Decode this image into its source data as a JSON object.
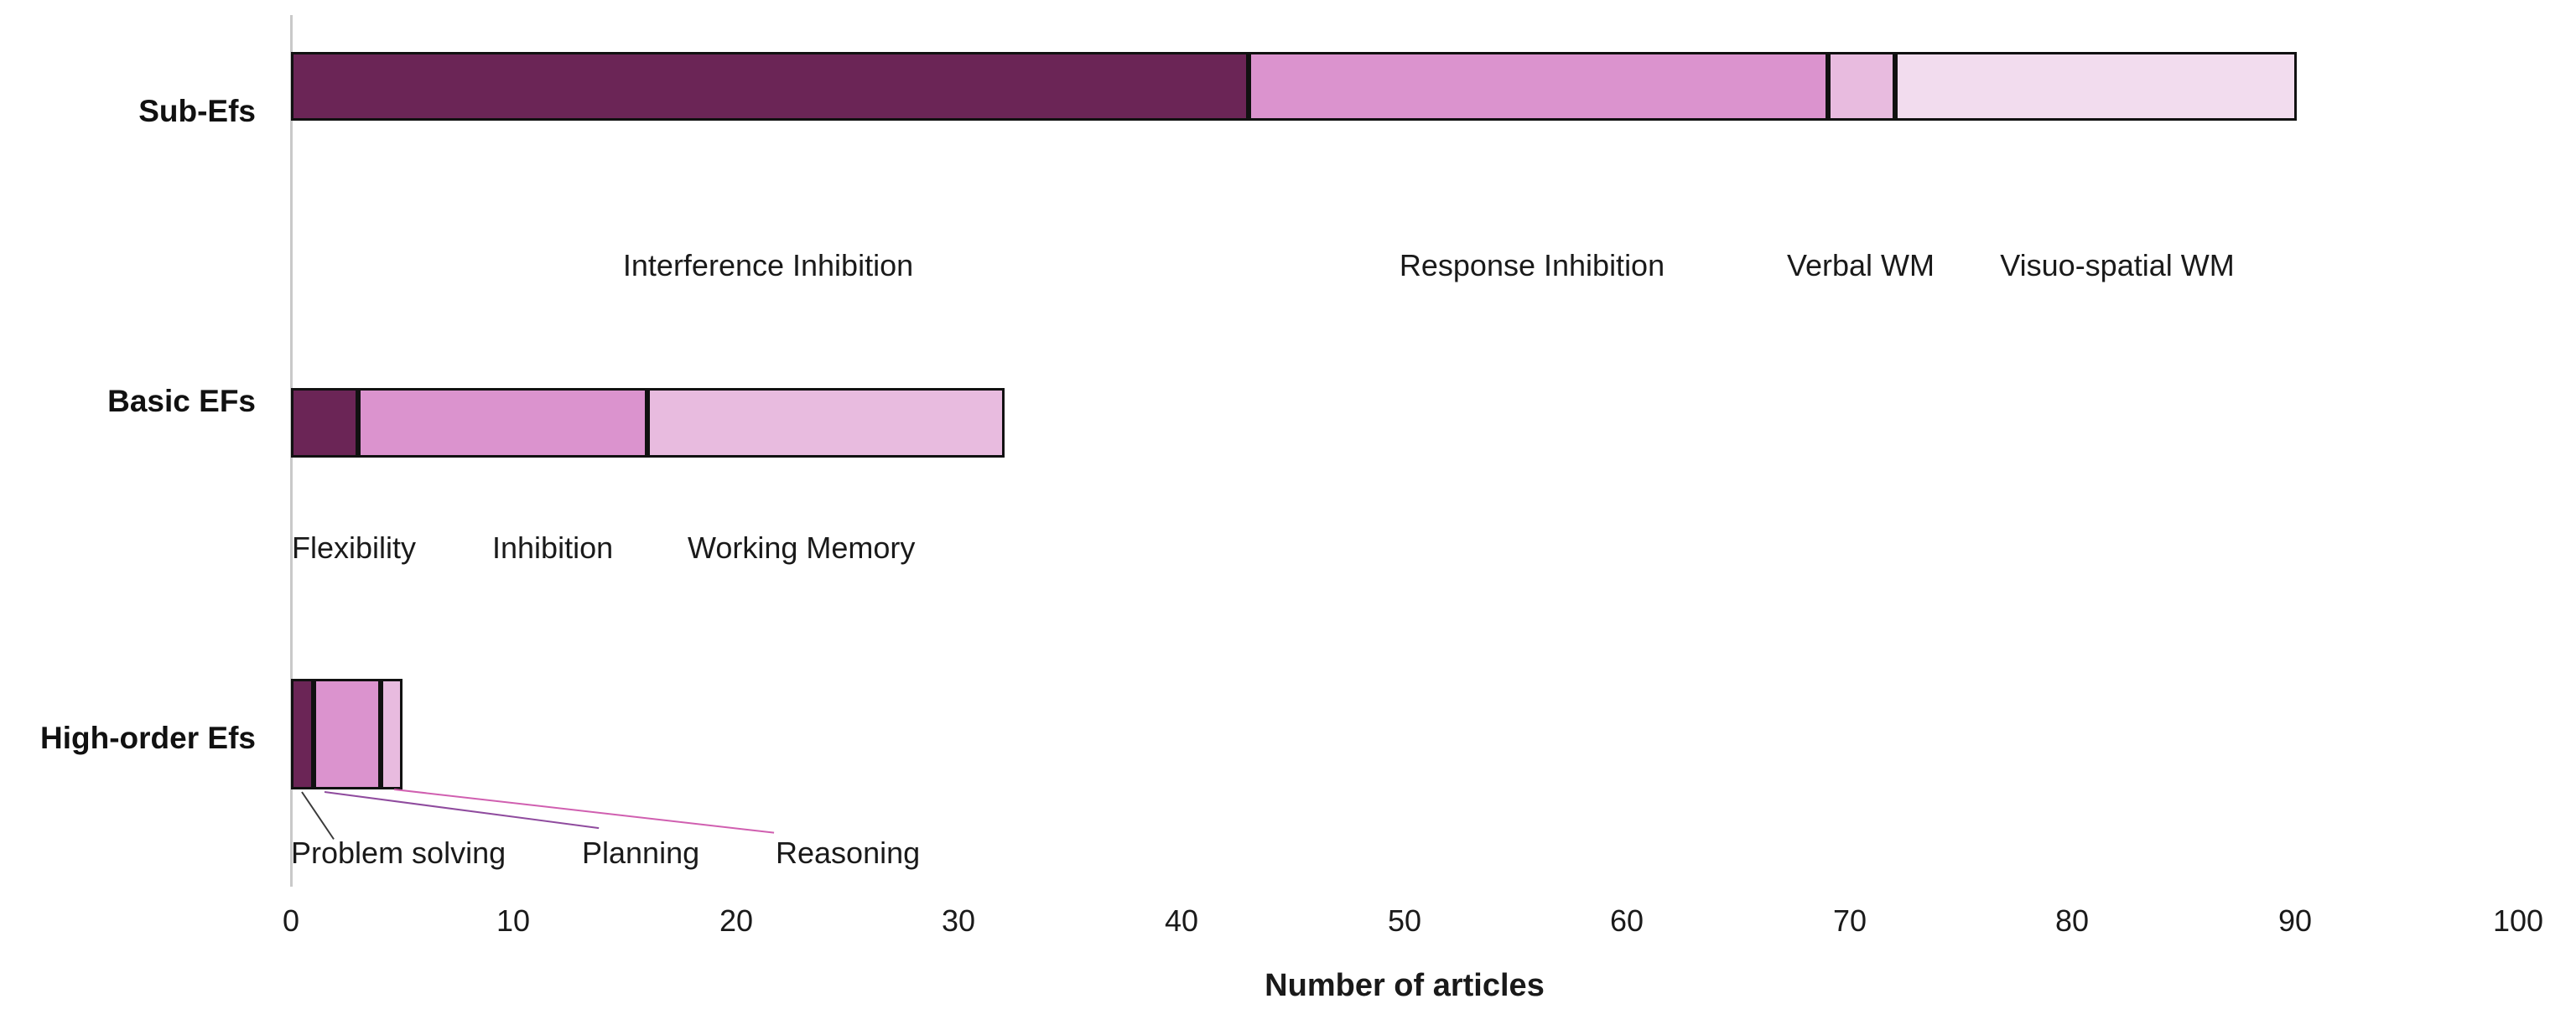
{
  "chart_data": {
    "type": "bar",
    "orientation": "horizontal",
    "stacked": true,
    "title": "",
    "xlabel": "Number of articles",
    "ylabel": "",
    "xlim": [
      0,
      100
    ],
    "xticks": [
      0,
      10,
      20,
      30,
      40,
      50,
      60,
      70,
      80,
      90,
      100
    ],
    "xtick_labels": [
      "0",
      "10",
      "20",
      "30",
      "40",
      "50",
      "60",
      "70",
      "80",
      "90",
      "100"
    ],
    "grid": false,
    "legend": "none (segments labelled directly)",
    "categories": [
      "Sub-Efs",
      "Basic EFs",
      "High-order Efs"
    ],
    "groups": [
      {
        "category": "Sub-Efs",
        "total": 90,
        "segments": [
          {
            "name": "Interference Inhibition",
            "value": 43,
            "start": 0,
            "end": 43,
            "color": "#6B2556"
          },
          {
            "name": "Response Inhibition",
            "value": 26,
            "start": 43,
            "end": 69,
            "color": "#DB93CE"
          },
          {
            "name": "Verbal WM",
            "value": 3,
            "start": 69,
            "end": 72,
            "color": "#E8BBDF"
          },
          {
            "name": "Visuo-spatial WM",
            "value": 18,
            "start": 72,
            "end": 90,
            "color": "#F2DCEE"
          }
        ]
      },
      {
        "category": "Basic EFs",
        "total": 32,
        "segments": [
          {
            "name": "Flexibility",
            "value": 3,
            "start": 0,
            "end": 3,
            "color": "#6B2556"
          },
          {
            "name": "Inhibition",
            "value": 13,
            "start": 3,
            "end": 16,
            "color": "#DB93CE"
          },
          {
            "name": "Working Memory",
            "value": 16,
            "start": 16,
            "end": 32,
            "color": "#E8BBDF"
          }
        ]
      },
      {
        "category": "High-order Efs",
        "total": 5,
        "segments": [
          {
            "name": "Problem solving",
            "value": 1,
            "start": 0,
            "end": 1,
            "color": "#6B2556"
          },
          {
            "name": "Planning",
            "value": 3,
            "start": 1,
            "end": 4,
            "color": "#DB93CE"
          },
          {
            "name": "Reasoning",
            "value": 1,
            "start": 4,
            "end": 5,
            "color": "#E8BBDF"
          }
        ]
      }
    ],
    "colors": {
      "shade_1_dark_purple": "#6B2556",
      "shade_2_medium_pink": "#DB93CE",
      "shade_3_light_pink": "#E8BBDF",
      "shade_4_pale_pink": "#F2DCEE",
      "segment_border": "#111111",
      "axis": "#c9c9c9",
      "text": "#1a1a1a"
    }
  },
  "axis": {
    "x_title": "Number of articles",
    "ticks": [
      "0",
      "10",
      "20",
      "30",
      "40",
      "50",
      "60",
      "70",
      "80",
      "90",
      "100"
    ]
  },
  "categories": {
    "sub_efs": "Sub-Efs",
    "basic_efs": "Basic EFs",
    "high_order_efs": "High-order Efs"
  },
  "captions": {
    "interference_inhibition": "Interference Inhibition",
    "response_inhibition": "Response Inhibition",
    "verbal_wm": "Verbal WM",
    "visuo_spatial_wm": "Visuo-spatial WM",
    "flexibility": "Flexibility",
    "inhibition": "Inhibition",
    "working_memory": "Working Memory",
    "problem_solving": "Problem solving",
    "planning": "Planning",
    "reasoning": "Reasoning"
  }
}
